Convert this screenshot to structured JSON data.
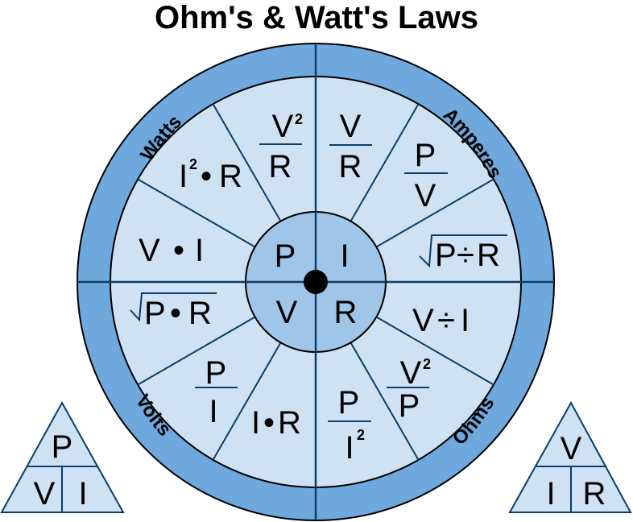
{
  "title": "Ohm's & Watt's Laws",
  "colors": {
    "outer_ring": "#6fa8dc",
    "segments": "#cfe2f3",
    "hub": "#9fc5e8",
    "divider": "#0b3d66",
    "outline": "#000000"
  },
  "ring_labels": {
    "watts": "Watts",
    "amperes": "Amperes",
    "ohms": "Ohms",
    "volts": "Volts"
  },
  "hub": {
    "top_left": "P",
    "top_right": "I",
    "bottom_left": "V",
    "bottom_right": "R"
  },
  "formulas": {
    "power": {
      "i2r": {
        "base": "I",
        "exp": "2",
        "op": "•",
        "rhs": "R"
      },
      "v2_over_r": {
        "num": "V",
        "num_exp": "2",
        "den": "R"
      },
      "vi": {
        "lhs": "V",
        "op": "•",
        "rhs": "I"
      }
    },
    "current": {
      "v_over_r": {
        "num": "V",
        "den": "R"
      },
      "p_over_v": {
        "num": "P",
        "den": "V"
      },
      "sqrt_p_div_r": {
        "lhs": "P",
        "op": "÷",
        "rhs": "R"
      }
    },
    "resistance": {
      "v_div_i": {
        "lhs": "V",
        "op": "÷",
        "rhs": "I"
      },
      "v2_over_p": {
        "num": "V",
        "num_exp": "2",
        "den": "P"
      },
      "p_over_i2": {
        "num": "P",
        "den": "I",
        "den_exp": "2"
      }
    },
    "voltage": {
      "ir": {
        "lhs": "I",
        "op": "•",
        "rhs": "R"
      },
      "p_over_i": {
        "num": "P",
        "den": "I"
      },
      "sqrt_pr": {
        "lhs": "P",
        "op": "•",
        "rhs": "R"
      }
    }
  },
  "triangles": {
    "power": {
      "top": "P",
      "bottom_left": "V",
      "bottom_right": "I"
    },
    "ohms": {
      "top": "V",
      "bottom_left": "I",
      "bottom_right": "R"
    }
  }
}
